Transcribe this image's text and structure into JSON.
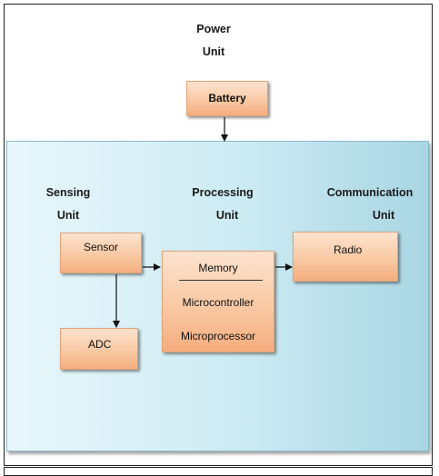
{
  "power_unit": {
    "title_line1": "Power",
    "title_line2": "Unit",
    "battery_label": "Battery"
  },
  "sensing_unit": {
    "title_line1": "Sensing",
    "title_line2": "Unit",
    "sensor_label": "Sensor",
    "adc_label": "ADC"
  },
  "processing_unit": {
    "title_line1": "Processing",
    "title_line2": "Unit",
    "memory_label": "Memory",
    "microcontroller_label": "Microcontroller",
    "microprocessor_label": "Microprocessor"
  },
  "communication_unit": {
    "title_line1": "Communication",
    "title_line2": "Unit",
    "radio_label": "Radio"
  },
  "colors": {
    "panel": "#cdebf3",
    "box_fill": "#f9c9a4",
    "box_border": "#e1a47a",
    "arrow": "#111111"
  }
}
